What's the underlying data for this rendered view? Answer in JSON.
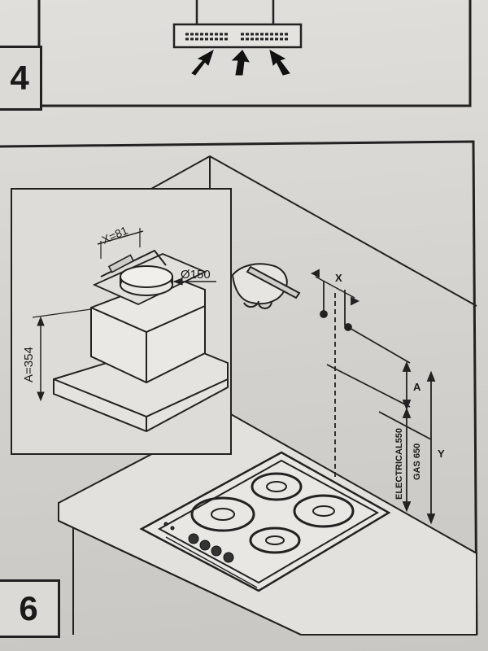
{
  "steps": {
    "upper": "4",
    "lower": "6"
  },
  "labels": {
    "x81": "X=81",
    "diameter": "Ø150",
    "a354": "A=354",
    "x": "X",
    "a": "A",
    "y": "Y",
    "electrical": "ELECTRICAL550",
    "gas": "GAS 650"
  }
}
